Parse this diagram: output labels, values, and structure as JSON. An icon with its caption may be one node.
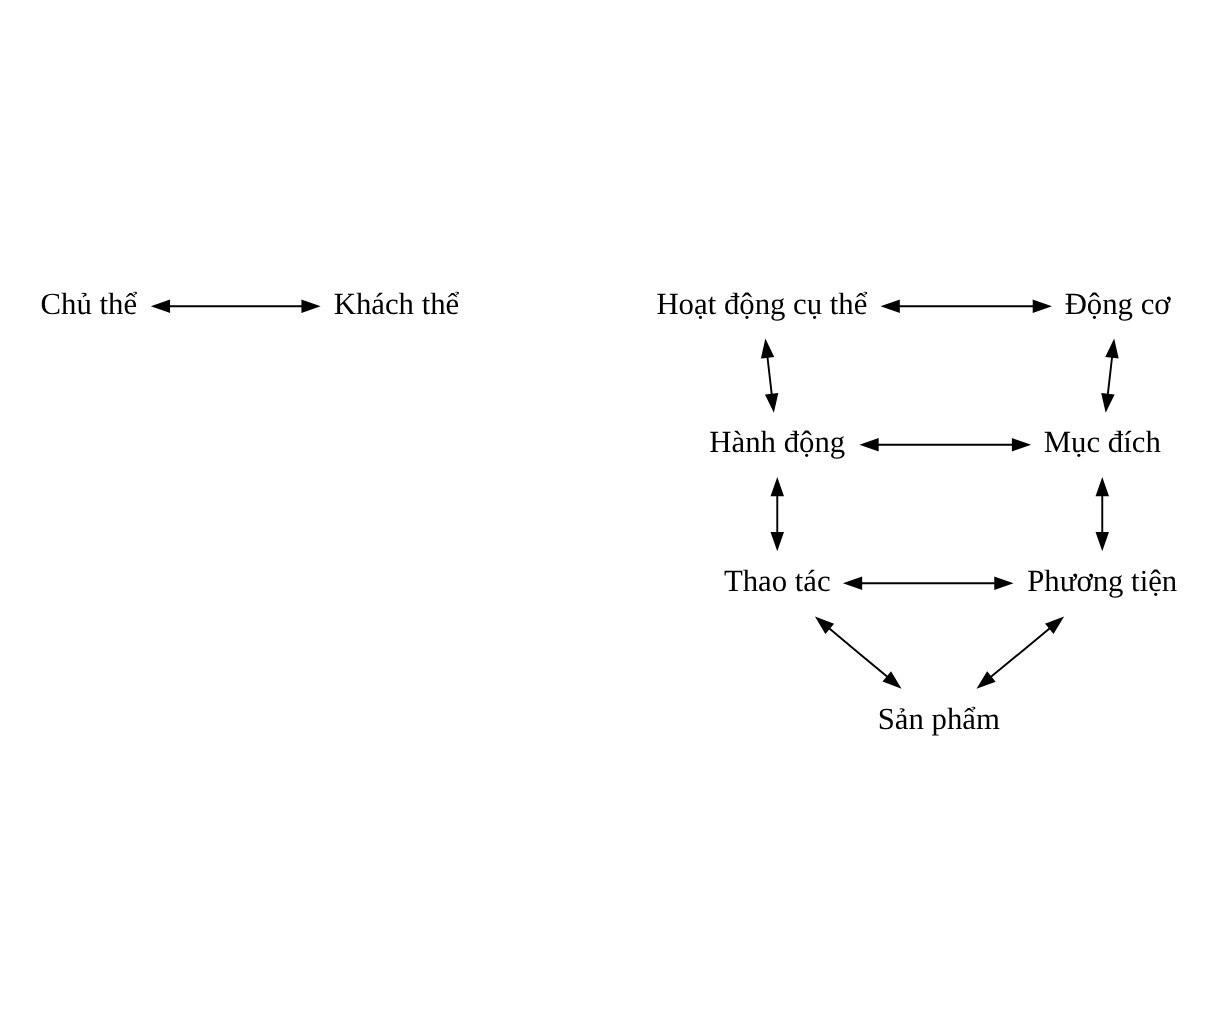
{
  "diagram": {
    "nodes": [
      {
        "text": [
          "Chủ thể"
        ]
      },
      {
        "text": [
          "Khách thể"
        ]
      },
      {
        "text": [
          "Hoạt động cụ thể"
        ]
      },
      {
        "text": [
          "Động cơ"
        ]
      },
      {
        "text": [
          "Hành động"
        ]
      },
      {
        "text": [
          "Mục đích"
        ]
      },
      {
        "text": [
          "Thao tác"
        ]
      },
      {
        "text": [
          "Phương tiện"
        ]
      },
      {
        "text": [
          "Sản phẩm"
        ]
      }
    ],
    "edges": [
      {
        "from": 0,
        "to": 1,
        "arrow": "both"
      },
      {
        "from": 2,
        "to": 3,
        "arrow": "both"
      },
      {
        "from": 2,
        "to": 4,
        "arrow": "both"
      },
      {
        "from": 3,
        "to": 5,
        "arrow": "both"
      },
      {
        "from": 4,
        "to": 5,
        "arrow": "both"
      },
      {
        "from": 4,
        "to": 6,
        "arrow": "both"
      },
      {
        "from": 5,
        "to": 7,
        "arrow": "both"
      },
      {
        "from": 6,
        "to": 7,
        "arrow": "both"
      },
      {
        "from": 6,
        "to": 8,
        "arrow": "both"
      },
      {
        "from": 7,
        "to": 8,
        "arrow": "both"
      }
    ]
  }
}
